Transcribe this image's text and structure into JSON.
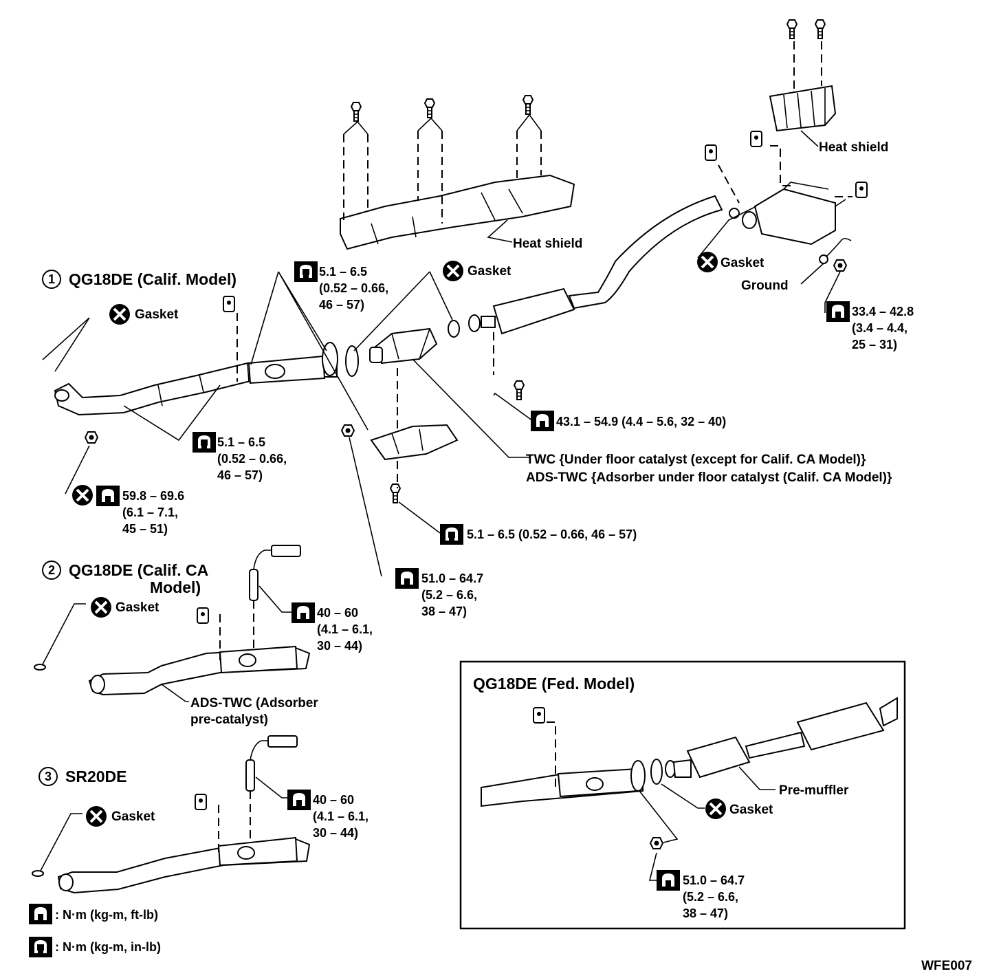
{
  "figure_id": "WFE007",
  "sections": {
    "calif": {
      "num": "1",
      "title": "QG18DE (Calif. Model)"
    },
    "calif_ca": {
      "num": "2",
      "title_line1": "QG18DE (Calif. CA",
      "title_line2": "Model)"
    },
    "sr20": {
      "num": "3",
      "title": "SR20DE"
    },
    "fed": {
      "title": "QG18DE (Fed. Model)"
    }
  },
  "labels": {
    "heat_shield": "Heat shield",
    "gasket": "Gasket",
    "ground": "Ground",
    "pre_muffler": "Pre-muffler",
    "twc_line1": "TWC {Under floor catalyst (except for Calif. CA Model)}",
    "twc_line2": "ADS-TWC {Adsorber under floor catalyst (Calif. CA  Model)}",
    "ads_pre_line1": "ADS-TWC (Adsorber",
    "ads_pre_line2": "pre-catalyst)"
  },
  "torques": {
    "t_5165": {
      "l1": "5.1 – 6.5",
      "l2": "(0.52 – 0.66,",
      "l3": "46 – 57)"
    },
    "t_598": {
      "l1": "59.8 – 69.6",
      "l2": "(6.1 – 7.1,",
      "l3": "45 – 51)"
    },
    "t_510": {
      "l1": "51.0 – 64.7",
      "l2": "(5.2 – 6.6,",
      "l3": "38 – 47)"
    },
    "t_4060": {
      "l1": "40 – 60",
      "l2": "(4.1 – 6.1,",
      "l3": "30 – 44)"
    },
    "t_334": {
      "l1": "33.4 – 42.8",
      "l2": "(3.4 – 4.4,",
      "l3": "25 – 31)"
    },
    "t_431": "43.1 – 54.9 (4.4 – 5.6, 32 – 40)",
    "t_5165_inline": "5.1 – 6.5 (0.52 – 0.66, 46 – 57)"
  },
  "legend": {
    "nm_ftlb": ": N·m (kg-m, ft-lb)",
    "nm_inlb": ": N·m (kg-m, in-lb)"
  },
  "icons": [
    "torque-wrench-icon",
    "torque-wrench-inlb-icon",
    "do-not-reuse-icon"
  ]
}
